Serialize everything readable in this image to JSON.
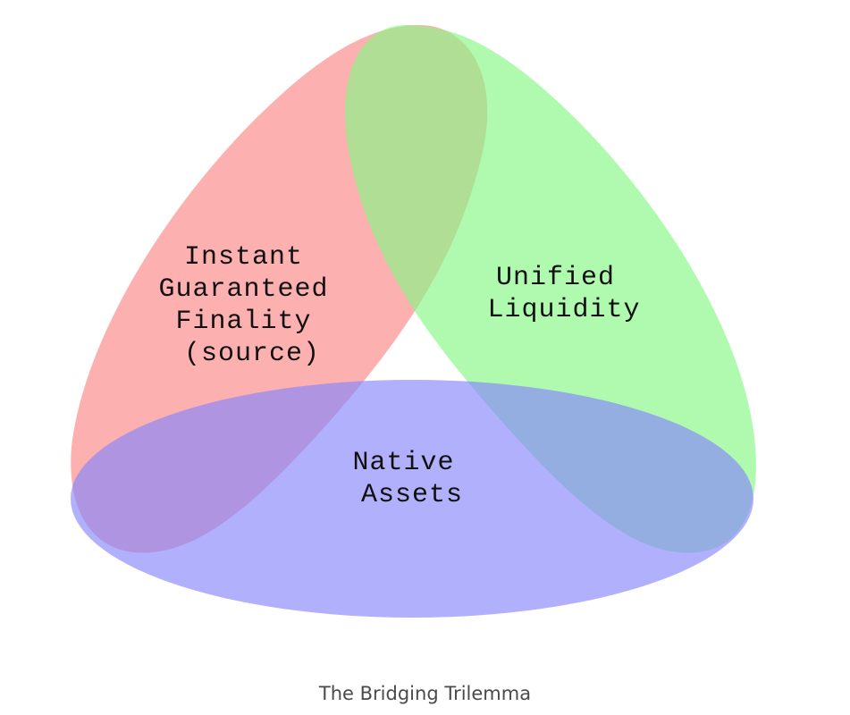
{
  "diagram": {
    "sets": [
      {
        "id": "finality",
        "lines": [
          "Instant",
          "Guaranteed",
          "Finality",
          "(source)"
        ],
        "color": "#fc8686"
      },
      {
        "id": "liquidity",
        "lines": [
          "Unified",
          "Liquidity"
        ],
        "color": "#86f786"
      },
      {
        "id": "assets",
        "lines": [
          "Native",
          "Assets"
        ],
        "color": "#8686fc"
      }
    ],
    "caption": "The Bridging Trilemma"
  }
}
